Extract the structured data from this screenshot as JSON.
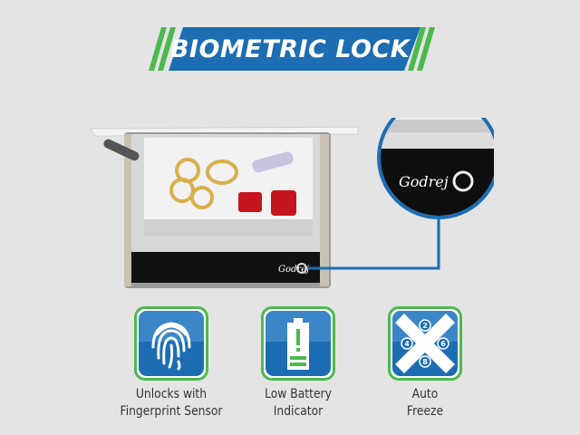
{
  "title": "BIOMETRIC LOCK",
  "brand": "Godrej",
  "colors": {
    "blue": "#1d6db3",
    "green": "#4cb94f",
    "background": "#e4e4e4"
  },
  "features": [
    {
      "icon": "fingerprint-icon",
      "line1": "Unlocks with",
      "line2": "Fingerprint Sensor"
    },
    {
      "icon": "low-battery-icon",
      "line1": "Low Battery",
      "line2": "Indicator"
    },
    {
      "icon": "auto-freeze-icon",
      "line1": "Auto",
      "line2": "Freeze",
      "keypad": [
        "2",
        "4",
        "6",
        "8"
      ]
    }
  ]
}
